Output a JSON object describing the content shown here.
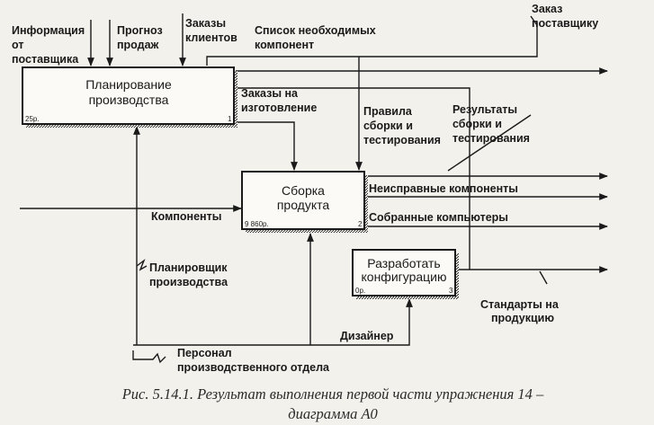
{
  "boxes": {
    "planning": {
      "line1": "Планирование",
      "line2": "производства",
      "cost": "25р.",
      "num": "1"
    },
    "assembly": {
      "line1": "Сборка",
      "line2": "продукта",
      "cost": "9 860р.",
      "num": "2"
    },
    "config": {
      "line1": "Разработать",
      "line2": "конфигурацию",
      "cost": "0р.",
      "num": "3"
    }
  },
  "labels": {
    "supplier_info": [
      "Информация",
      "от",
      "поставщика"
    ],
    "sales_forecast": [
      "Прогноз",
      "продаж"
    ],
    "customer_orders": [
      "Заказы",
      "клиентов"
    ],
    "component_list": [
      "Список необходимых",
      "компонент"
    ],
    "supplier_order": [
      "Заказ",
      "поставщику"
    ],
    "production_orders": [
      "Заказы на",
      "изготовление"
    ],
    "assembly_rules": [
      "Правила",
      "сборки и",
      "тестирования"
    ],
    "assembly_results": [
      "Результаты",
      "сборки и",
      "тестирования"
    ],
    "faulty_components": "Неисправные компоненты",
    "components": "Компоненты",
    "assembled_computers": "Собранные компьютеры",
    "planner": [
      "Планировщик",
      "производства"
    ],
    "standards": [
      "Стандарты на",
      "продукцию"
    ],
    "designer": "Дизайнер",
    "staff": [
      "Персонал",
      "производственного отдела"
    ]
  },
  "caption": {
    "line1": "Рис. 5.14.1. Результат выполнения первой части упражнения 14 –",
    "line2": "диаграмма А0"
  }
}
